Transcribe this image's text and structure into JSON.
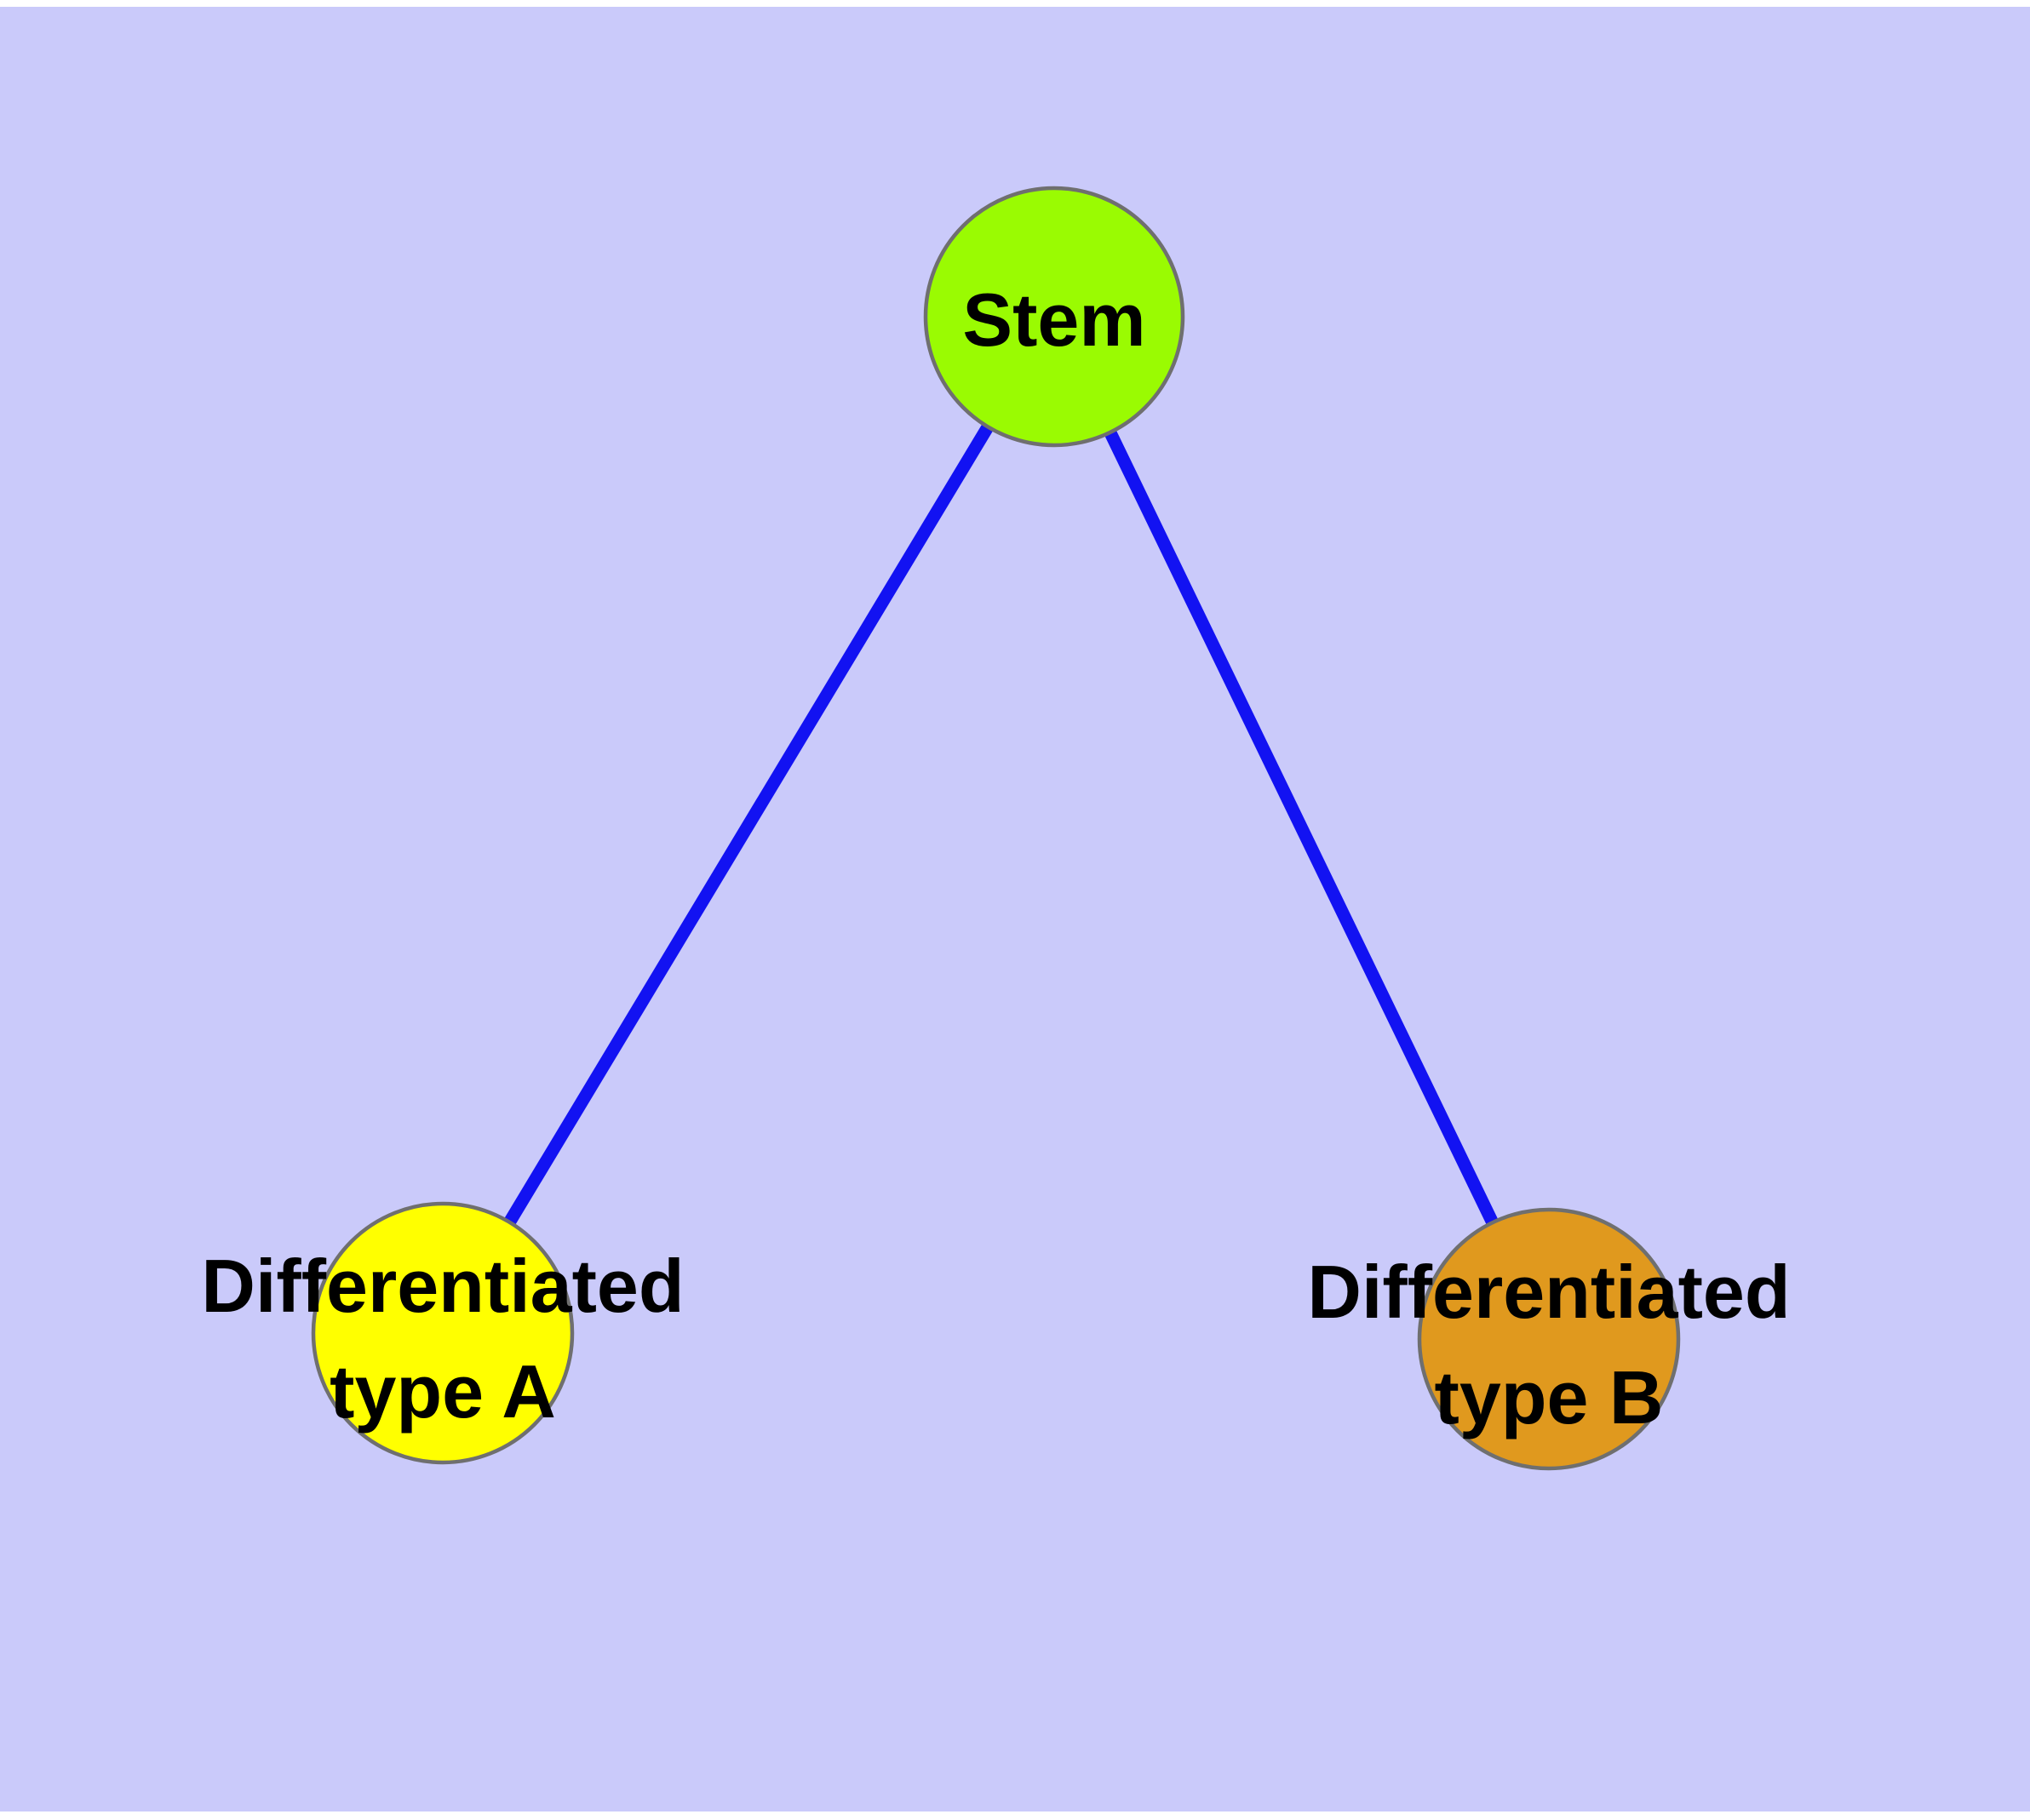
{
  "diagram": {
    "background_color": "#cacafa",
    "page_margin_color": "#ffffff",
    "edge_color": "#1212f2",
    "node_border_color": "#6f6f6f",
    "text_color": "#000000",
    "nodes": {
      "stem": {
        "label": "Stem",
        "fill": "#9afb02"
      },
      "type_a": {
        "label": "Differentiated type A",
        "label_line1": "Differentiated",
        "label_line2": "type A",
        "fill": "#ffff00"
      },
      "type_b": {
        "label": "Differentiated type B",
        "label_line1": "Differentiated",
        "label_line2": "type B",
        "fill": "#e0991e"
      }
    },
    "edges": [
      {
        "from": "Stem",
        "to": "Differentiated type A"
      },
      {
        "from": "Stem",
        "to": "Differentiated type B"
      }
    ]
  }
}
